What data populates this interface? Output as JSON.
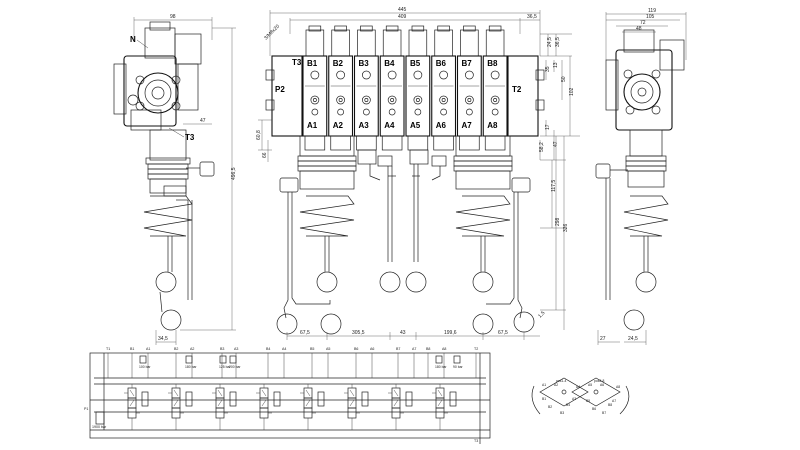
{
  "ports": {
    "sections_B": [
      "B1",
      "B2",
      "B3",
      "B4",
      "B5",
      "B6",
      "B7",
      "B8"
    ],
    "sections_A": [
      "A1",
      "A2",
      "A3",
      "A4",
      "A5",
      "A6",
      "A7",
      "A8"
    ],
    "P2": "P2",
    "T2": "T2",
    "T3": "T3",
    "T3_side": "T3",
    "N": "N"
  },
  "dims": {
    "front": {
      "overall": "445",
      "inner": "409",
      "right_off": "36,5",
      "r_h1": "24,5",
      "r_h2": "36,5",
      "r_h3": "35",
      "r_h4": "13",
      "r_h5": "50",
      "r_h6": "102",
      "r_h7": "17",
      "r_h8": "47",
      "r_h9": "58,2",
      "r_h10": "117,5",
      "r_h11": "298",
      "r_h12": "326",
      "l_h1": "60,8",
      "l_h2": "66",
      "l_ang": "3/M8x20",
      "b_left": "67,5",
      "b_mid1": "305,5",
      "b_mid2": "43",
      "b_mid3": "199,6",
      "b_right": "67,5",
      "r_small": "1,5"
    },
    "left": {
      "top": "98",
      "mid": "47",
      "h": "496,5",
      "bot": "34,5"
    },
    "right": {
      "top": "119",
      "t2": "105",
      "t3": "72",
      "t4": "48",
      "bot1": "27",
      "bot2": "24,5"
    }
  },
  "schematic": {
    "top_labels": [
      "T1",
      "B1",
      "A1",
      "B2",
      "A2",
      "B3",
      "A3",
      "B4",
      "A4",
      "B5",
      "A5",
      "B6",
      "A6",
      "B7",
      "A7",
      "B8",
      "A8",
      "T2"
    ],
    "reliefs": [
      "100 bar",
      "180 bar",
      "125 bar",
      "200 bar",
      "180 bar",
      "90 bar"
    ],
    "left_side": [
      "P1",
      "1900 bar"
    ],
    "bottom_labels": [
      "T3"
    ]
  },
  "handle": {
    "left": {
      "title": "pos1-4",
      "labels": [
        "A1",
        "A2",
        "B1",
        "B2",
        "A3",
        "A4",
        "B3",
        "B4"
      ]
    },
    "right": {
      "title": "pos5-8",
      "labels": [
        "A5",
        "A6",
        "B5",
        "B6",
        "A7",
        "A8",
        "B7",
        "B8"
      ]
    }
  }
}
